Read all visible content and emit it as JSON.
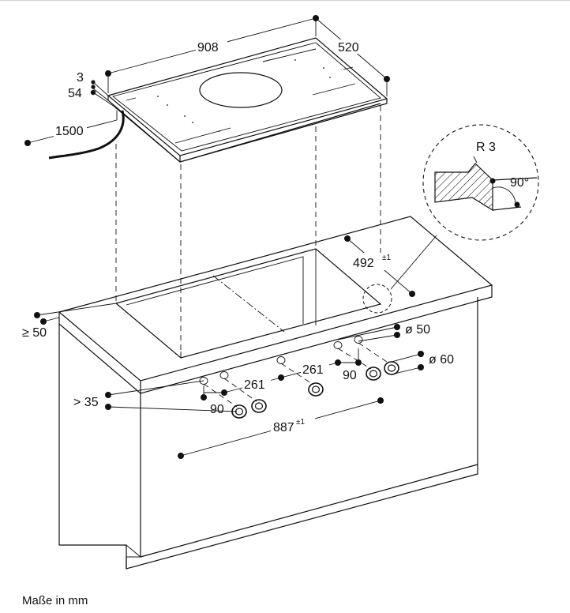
{
  "dimensions": {
    "width": "908",
    "depth": "520",
    "height_top": "3",
    "height_total": "54",
    "cable": "1500",
    "radius": "R 3",
    "angle": "90°",
    "cutout_depth": "492",
    "cutout_depth_tol": "±1",
    "front_min": "≥ 50",
    "knob_hole": "ø 50",
    "knob_clearance": "ø 60",
    "below_min": "> 35",
    "knob_spacing_left": "261",
    "knob_spacing_right": "261",
    "knob_pair_left": "90",
    "knob_pair_right": "90",
    "cutout_width": "887",
    "cutout_width_tol": "±1"
  },
  "footer": {
    "units_note": "Maße in mm"
  }
}
